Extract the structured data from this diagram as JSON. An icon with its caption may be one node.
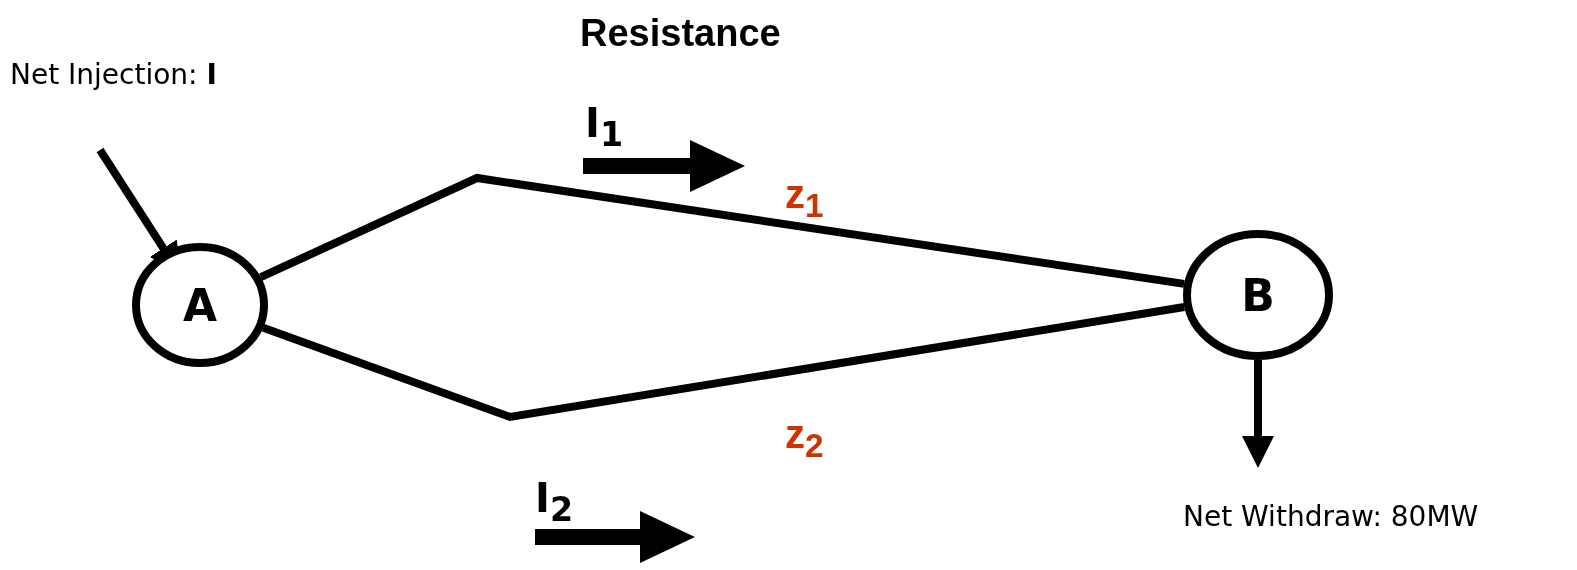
{
  "diagram": {
    "title": "Resistance",
    "nodes": [
      {
        "text": [
          "A"
        ]
      },
      {
        "text": [
          "B"
        ]
      }
    ],
    "edges": [
      {
        "from": 0,
        "to": 1,
        "arrow": "none",
        "label": "z$_{1}$"
      },
      {
        "from": 0,
        "to": 1,
        "arrow": "none",
        "label": "z$_{2}$"
      },
      {
        "from": null,
        "to": 0,
        "arrow": "to"
      },
      {
        "from": 1,
        "to": null,
        "arrow": "to"
      }
    ],
    "labels": [
      "Net Injection: **I**",
      "I$_{1}$",
      "I$_{2}$",
      "Net Withdraw: 80MW"
    ]
  }
}
